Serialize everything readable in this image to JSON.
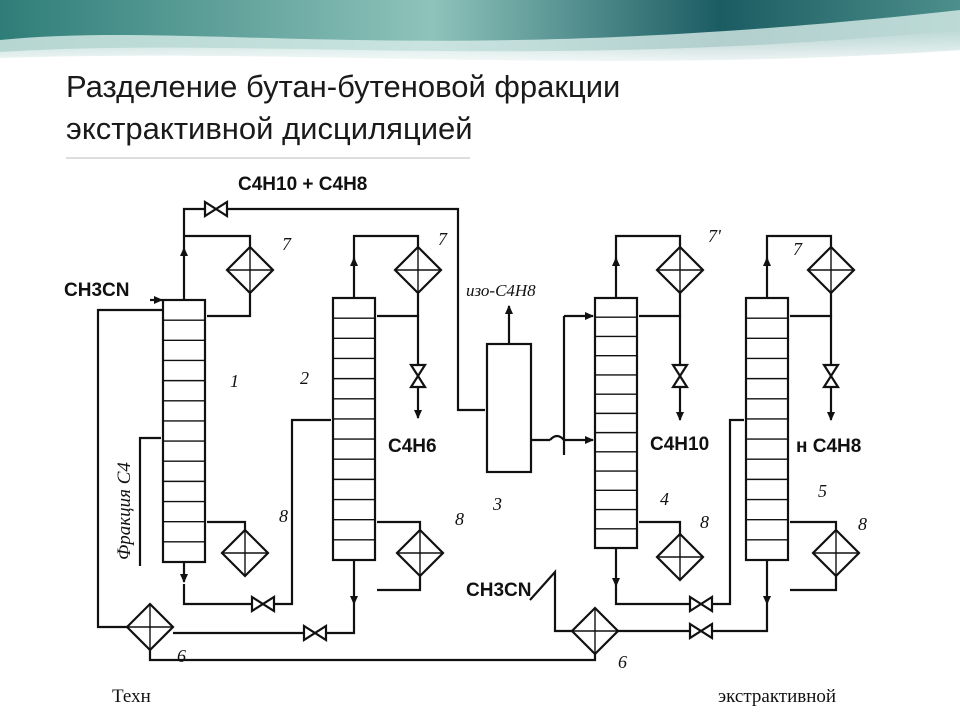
{
  "slide": {
    "title_line1": "Разделение бутан-бутеновой фракции",
    "title_line2": "экстрактивной дисциляцией",
    "footer_fragment_left": "Техн",
    "footer_fragment_right": "экстрактивной"
  },
  "diagram": {
    "feed_top_label": "C4H10 + C4H8",
    "solvent_in_label": "CH3CN",
    "fraction_label": "Фракция C4",
    "iso_label": "изо-C4H8",
    "product_2_label": "C4H6",
    "product_4_label": "C4H10",
    "product_5_label": "н C4H8",
    "solvent_recycle_label": "CH3CN",
    "unit_labels": {
      "col1": "1",
      "col2": "2",
      "unit3": "3",
      "col4": "4",
      "col5": "5",
      "cond": "7",
      "cond4": "7'",
      "reb": "8",
      "hx": "6"
    }
  },
  "colors": {
    "banner_top": "#1f6a6b",
    "banner_light": "#cfe6e2",
    "ink": "#111111"
  }
}
